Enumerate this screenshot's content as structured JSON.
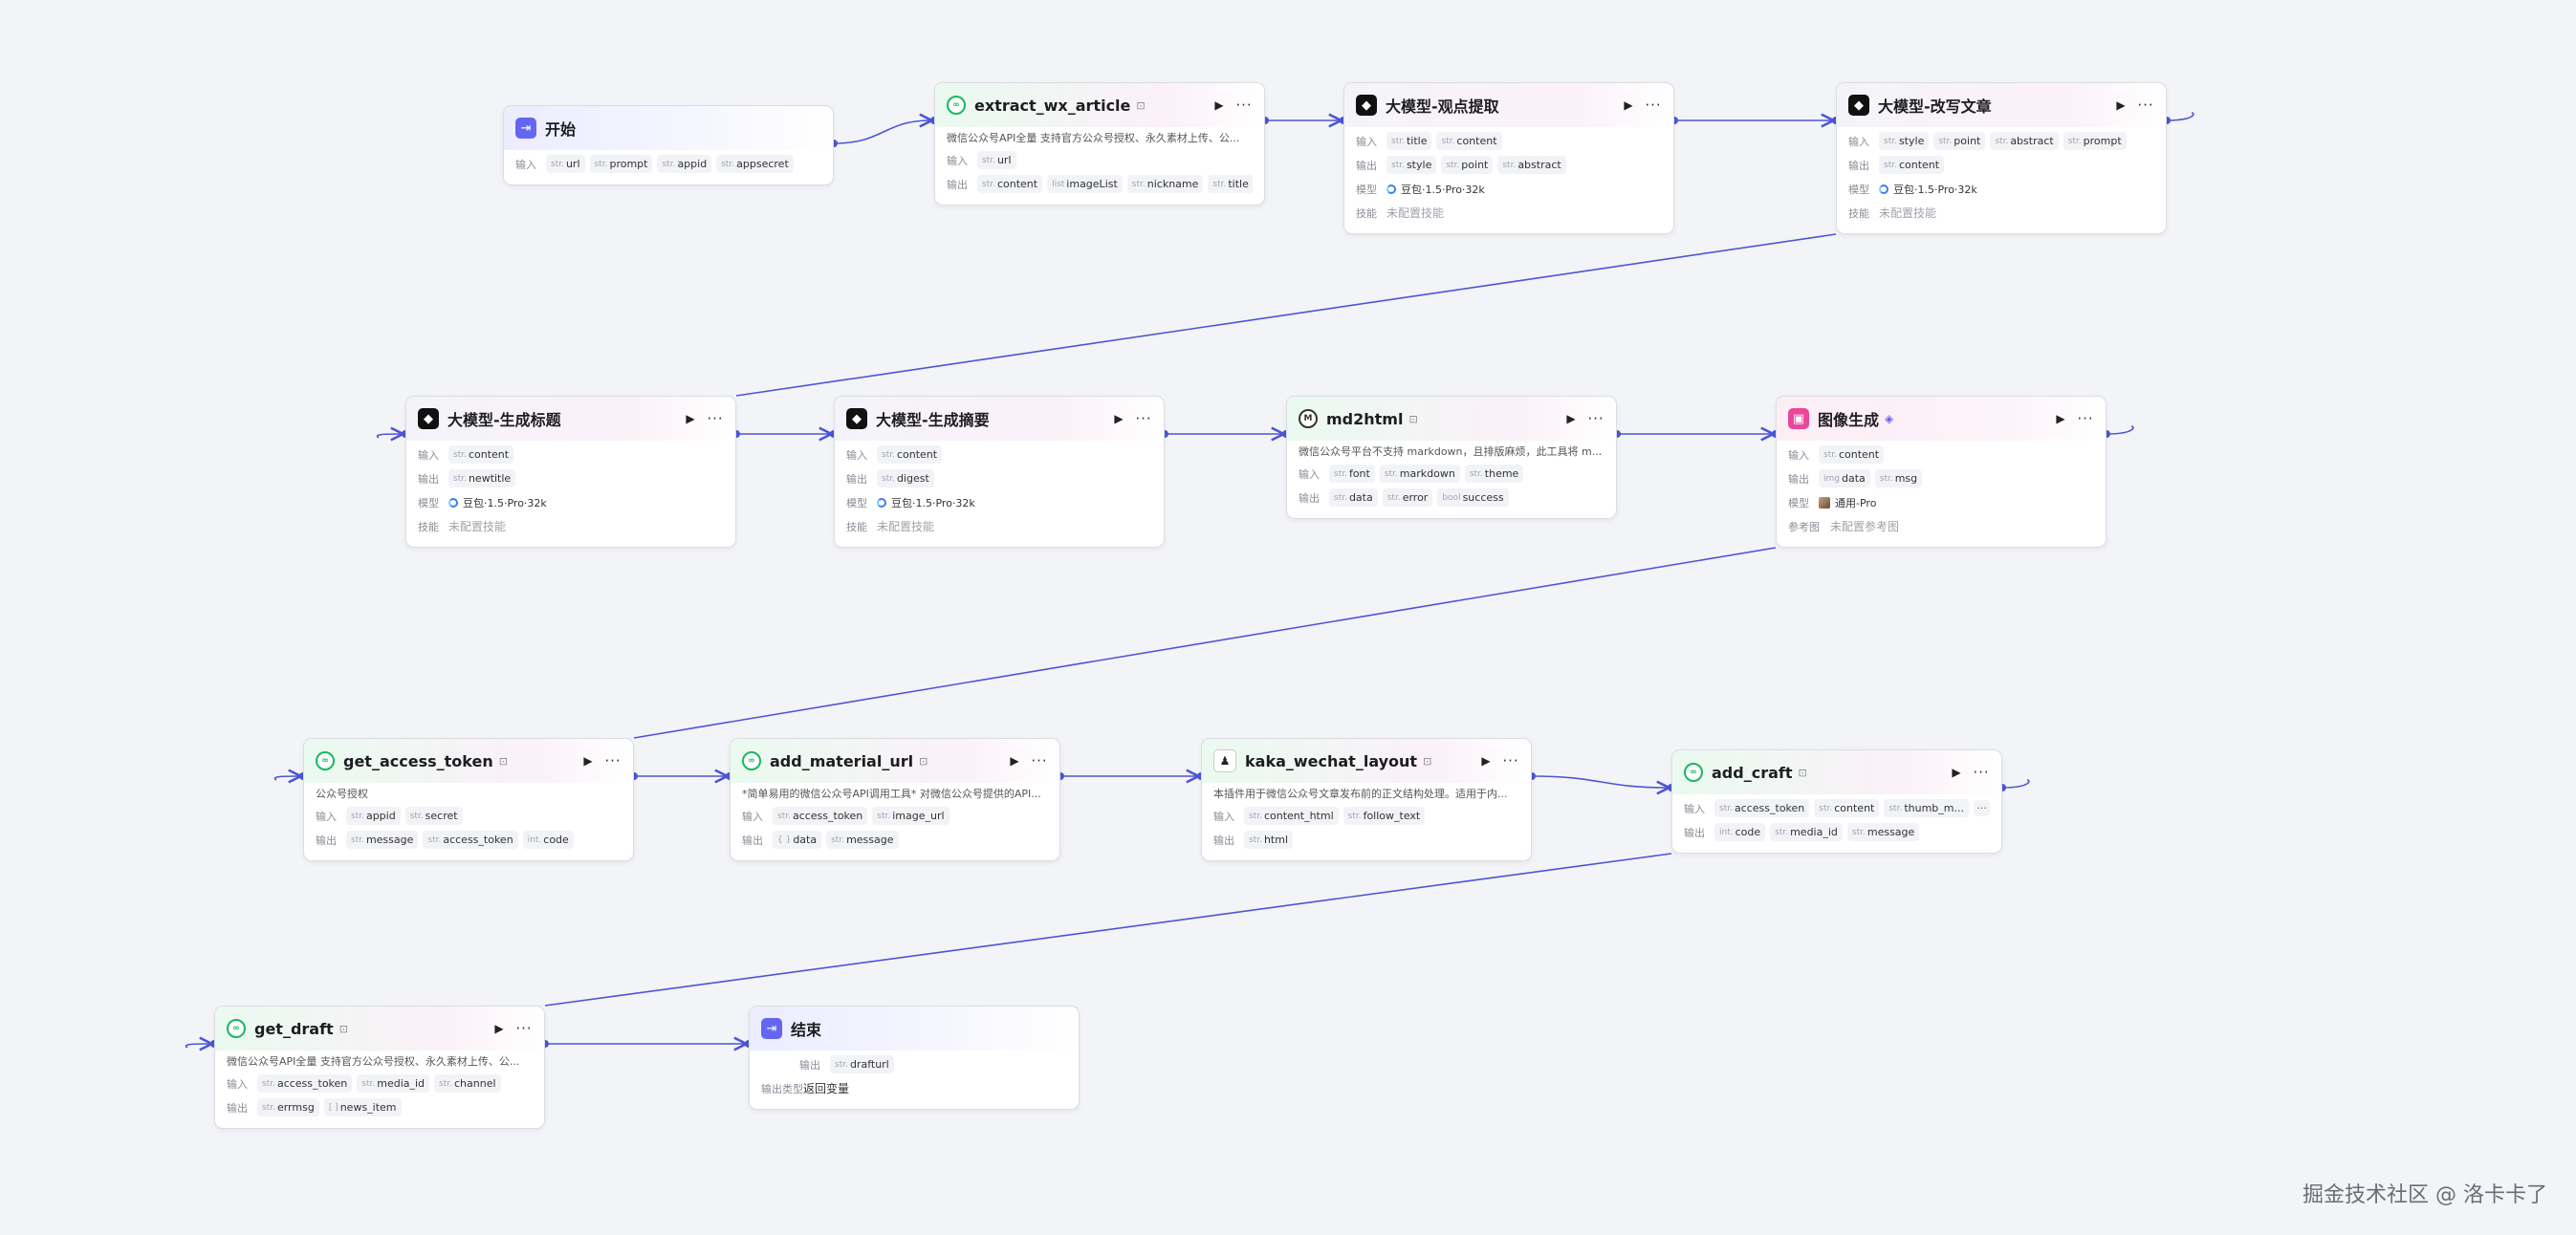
{
  "canvas": {
    "watermark": "掘金技术社区 @ 洛卡卡了",
    "edge_color": "#4c55d6",
    "background_color": "#f3f4f7"
  },
  "nodes": [
    {
      "id": "start",
      "kind": "start",
      "icon": "start-icon",
      "title": "开始",
      "rows": [
        {
          "label": "输入",
          "params": [
            {
              "type": "str.",
              "name": "url"
            },
            {
              "type": "str.",
              "name": "prompt"
            },
            {
              "type": "str.",
              "name": "appid"
            },
            {
              "type": "str.",
              "name": "appsecret"
            }
          ]
        }
      ]
    },
    {
      "id": "extract",
      "kind": "plugin",
      "icon": "wechat-plugin-icon",
      "title": "extract_wx_article",
      "badge": "plugin-badge-icon",
      "run": true,
      "desc": "微信公众号API全量 支持官方公众号授权、永久素材上传、公...",
      "rows": [
        {
          "label": "输入",
          "params": [
            {
              "type": "str.",
              "name": "url"
            }
          ]
        },
        {
          "label": "输出",
          "params": [
            {
              "type": "str.",
              "name": "content"
            },
            {
              "type": "list",
              "name": "imageList"
            },
            {
              "type": "str.",
              "name": "nickname"
            },
            {
              "type": "str.",
              "name": "title"
            }
          ]
        }
      ]
    },
    {
      "id": "viewpoint",
      "kind": "llm",
      "icon": "llm-icon",
      "title": "大模型-观点提取",
      "run": true,
      "rows": [
        {
          "label": "输入",
          "params": [
            {
              "type": "str.",
              "name": "title"
            },
            {
              "type": "str.",
              "name": "content"
            }
          ]
        },
        {
          "label": "输出",
          "params": [
            {
              "type": "str.",
              "name": "style"
            },
            {
              "type": "str.",
              "name": "point"
            },
            {
              "type": "str.",
              "name": "abstract"
            }
          ]
        },
        {
          "label": "模型",
          "model": "豆包·1.5·Pro·32k"
        },
        {
          "label": "技能",
          "muted": "未配置技能"
        }
      ]
    },
    {
      "id": "rewrite",
      "kind": "llm",
      "icon": "llm-icon",
      "title": "大模型-改写文章",
      "run": true,
      "rows": [
        {
          "label": "输入",
          "params": [
            {
              "type": "str.",
              "name": "style"
            },
            {
              "type": "str.",
              "name": "point"
            },
            {
              "type": "str.",
              "name": "abstract"
            },
            {
              "type": "str.",
              "name": "prompt"
            }
          ]
        },
        {
          "label": "输出",
          "params": [
            {
              "type": "str.",
              "name": "content"
            }
          ]
        },
        {
          "label": "模型",
          "model": "豆包·1.5·Pro·32k"
        },
        {
          "label": "技能",
          "muted": "未配置技能"
        }
      ]
    },
    {
      "id": "gentitle",
      "kind": "llm",
      "icon": "llm-icon",
      "title": "大模型-生成标题",
      "run": true,
      "rows": [
        {
          "label": "输入",
          "params": [
            {
              "type": "str.",
              "name": "content"
            }
          ]
        },
        {
          "label": "输出",
          "params": [
            {
              "type": "str.",
              "name": "newtitle"
            }
          ]
        },
        {
          "label": "模型",
          "model": "豆包·1.5·Pro·32k"
        },
        {
          "label": "技能",
          "muted": "未配置技能"
        }
      ]
    },
    {
      "id": "gendigest",
      "kind": "llm",
      "icon": "llm-icon",
      "title": "大模型-生成摘要",
      "run": true,
      "rows": [
        {
          "label": "输入",
          "params": [
            {
              "type": "str.",
              "name": "content"
            }
          ]
        },
        {
          "label": "输出",
          "params": [
            {
              "type": "str.",
              "name": "digest"
            }
          ]
        },
        {
          "label": "模型",
          "model": "豆包·1.5·Pro·32k"
        },
        {
          "label": "技能",
          "muted": "未配置技能"
        }
      ]
    },
    {
      "id": "md2html",
      "kind": "plugin",
      "icon": "md2html-icon",
      "title": "md2html",
      "badge": "plugin-badge-icon",
      "run": true,
      "desc": "微信公众号平台不支持 markdown，且排版麻烦，此工具将 m...",
      "rows": [
        {
          "label": "输入",
          "params": [
            {
              "type": "str.",
              "name": "font"
            },
            {
              "type": "str.",
              "name": "markdown"
            },
            {
              "type": "str.",
              "name": "theme"
            }
          ]
        },
        {
          "label": "输出",
          "params": [
            {
              "type": "str.",
              "name": "data"
            },
            {
              "type": "str.",
              "name": "error"
            },
            {
              "type": "bool",
              "name": "success"
            }
          ]
        }
      ]
    },
    {
      "id": "imagegen",
      "kind": "image",
      "icon": "image-generation-icon",
      "title": "图像生成",
      "badge": "diamond-badge-icon",
      "run": true,
      "rows": [
        {
          "label": "输入",
          "params": [
            {
              "type": "str.",
              "name": "content"
            }
          ]
        },
        {
          "label": "输出",
          "params": [
            {
              "type": "img",
              "name": "data"
            },
            {
              "type": "str.",
              "name": "msg"
            }
          ]
        },
        {
          "label": "模型",
          "model": "通用-Pro",
          "avatar": true
        },
        {
          "label": "参考图",
          "muted": "未配置参考图",
          "wide": true
        }
      ]
    },
    {
      "id": "gettoken",
      "kind": "plugin",
      "icon": "wechat-plugin-icon",
      "title": "get_access_token",
      "badge": "plugin-badge-icon",
      "run": true,
      "desc": "公众号授权",
      "rows": [
        {
          "label": "输入",
          "params": [
            {
              "type": "str.",
              "name": "appid"
            },
            {
              "type": "str.",
              "name": "secret"
            }
          ]
        },
        {
          "label": "输出",
          "params": [
            {
              "type": "str.",
              "name": "message"
            },
            {
              "type": "str.",
              "name": "access_token"
            },
            {
              "type": "int.",
              "name": "code"
            }
          ]
        }
      ]
    },
    {
      "id": "addmaterial",
      "kind": "plugin",
      "icon": "wechat-plugin-icon",
      "title": "add_material_url",
      "badge": "plugin-badge-icon",
      "run": true,
      "desc": "*简单易用的微信公众号API调用工具* 对微信公众号提供的API...",
      "rows": [
        {
          "label": "输入",
          "params": [
            {
              "type": "str.",
              "name": "access_token"
            },
            {
              "type": "str.",
              "name": "image_url"
            }
          ]
        },
        {
          "label": "输出",
          "params": [
            {
              "type": "{ }",
              "name": "data"
            },
            {
              "type": "str.",
              "name": "message"
            }
          ]
        }
      ]
    },
    {
      "id": "kaka",
      "kind": "plugin",
      "icon": "kaka-layout-icon",
      "title": "kaka_wechat_layout",
      "badge": "plugin-badge-icon",
      "run": true,
      "desc": "本插件用于微信公众号文章发布前的正文结构处理。适用于内...",
      "rows": [
        {
          "label": "输入",
          "params": [
            {
              "type": "str.",
              "name": "content_html"
            },
            {
              "type": "str.",
              "name": "follow_text"
            }
          ]
        },
        {
          "label": "输出",
          "params": [
            {
              "type": "str.",
              "name": "html"
            }
          ]
        }
      ]
    },
    {
      "id": "addcraft",
      "kind": "plugin",
      "icon": "wechat-plugin-icon",
      "title": "add_craft",
      "badge": "plugin-badge-icon",
      "run": true,
      "rows": [
        {
          "label": "输入",
          "params": [
            {
              "type": "str.",
              "name": "access_token"
            },
            {
              "type": "str.",
              "name": "content"
            },
            {
              "type": "str.",
              "name": "thumb_m..."
            }
          ],
          "more": "···"
        },
        {
          "label": "输出",
          "params": [
            {
              "type": "int.",
              "name": "code"
            },
            {
              "type": "str.",
              "name": "media_id"
            },
            {
              "type": "str.",
              "name": "message"
            }
          ]
        }
      ]
    },
    {
      "id": "getdraft",
      "kind": "plugin",
      "icon": "wechat-plugin-icon",
      "title": "get_draft",
      "badge": "plugin-badge-icon",
      "run": true,
      "desc": "微信公众号API全量 支持官方公众号授权、永久素材上传、公...",
      "rows": [
        {
          "label": "输入",
          "params": [
            {
              "type": "str.",
              "name": "access_token"
            },
            {
              "type": "str.",
              "name": "media_id"
            },
            {
              "type": "str.",
              "name": "channel"
            }
          ]
        },
        {
          "label": "输出",
          "params": [
            {
              "type": "str.",
              "name": "errmsg"
            },
            {
              "type": "[ ]",
              "name": "news_item"
            }
          ]
        }
      ]
    },
    {
      "id": "end",
      "kind": "end",
      "icon": "end-icon",
      "title": "结束",
      "rows": [
        {
          "label": "输出",
          "params": [
            {
              "type": "str.",
              "name": "drafturl"
            }
          ],
          "indent": true
        },
        {
          "label": "输出类型",
          "value": "返回变量",
          "wide": true
        }
      ]
    }
  ],
  "edges": [
    [
      "start",
      "extract"
    ],
    [
      "extract",
      "viewpoint"
    ],
    [
      "viewpoint",
      "rewrite"
    ],
    [
      "rewrite",
      "gentitle"
    ],
    [
      "gentitle",
      "gendigest"
    ],
    [
      "gendigest",
      "md2html"
    ],
    [
      "md2html",
      "imagegen"
    ],
    [
      "imagegen",
      "gettoken"
    ],
    [
      "gettoken",
      "addmaterial"
    ],
    [
      "addmaterial",
      "kaka"
    ],
    [
      "kaka",
      "addcraft"
    ],
    [
      "addcraft",
      "getdraft"
    ],
    [
      "getdraft",
      "end"
    ]
  ]
}
